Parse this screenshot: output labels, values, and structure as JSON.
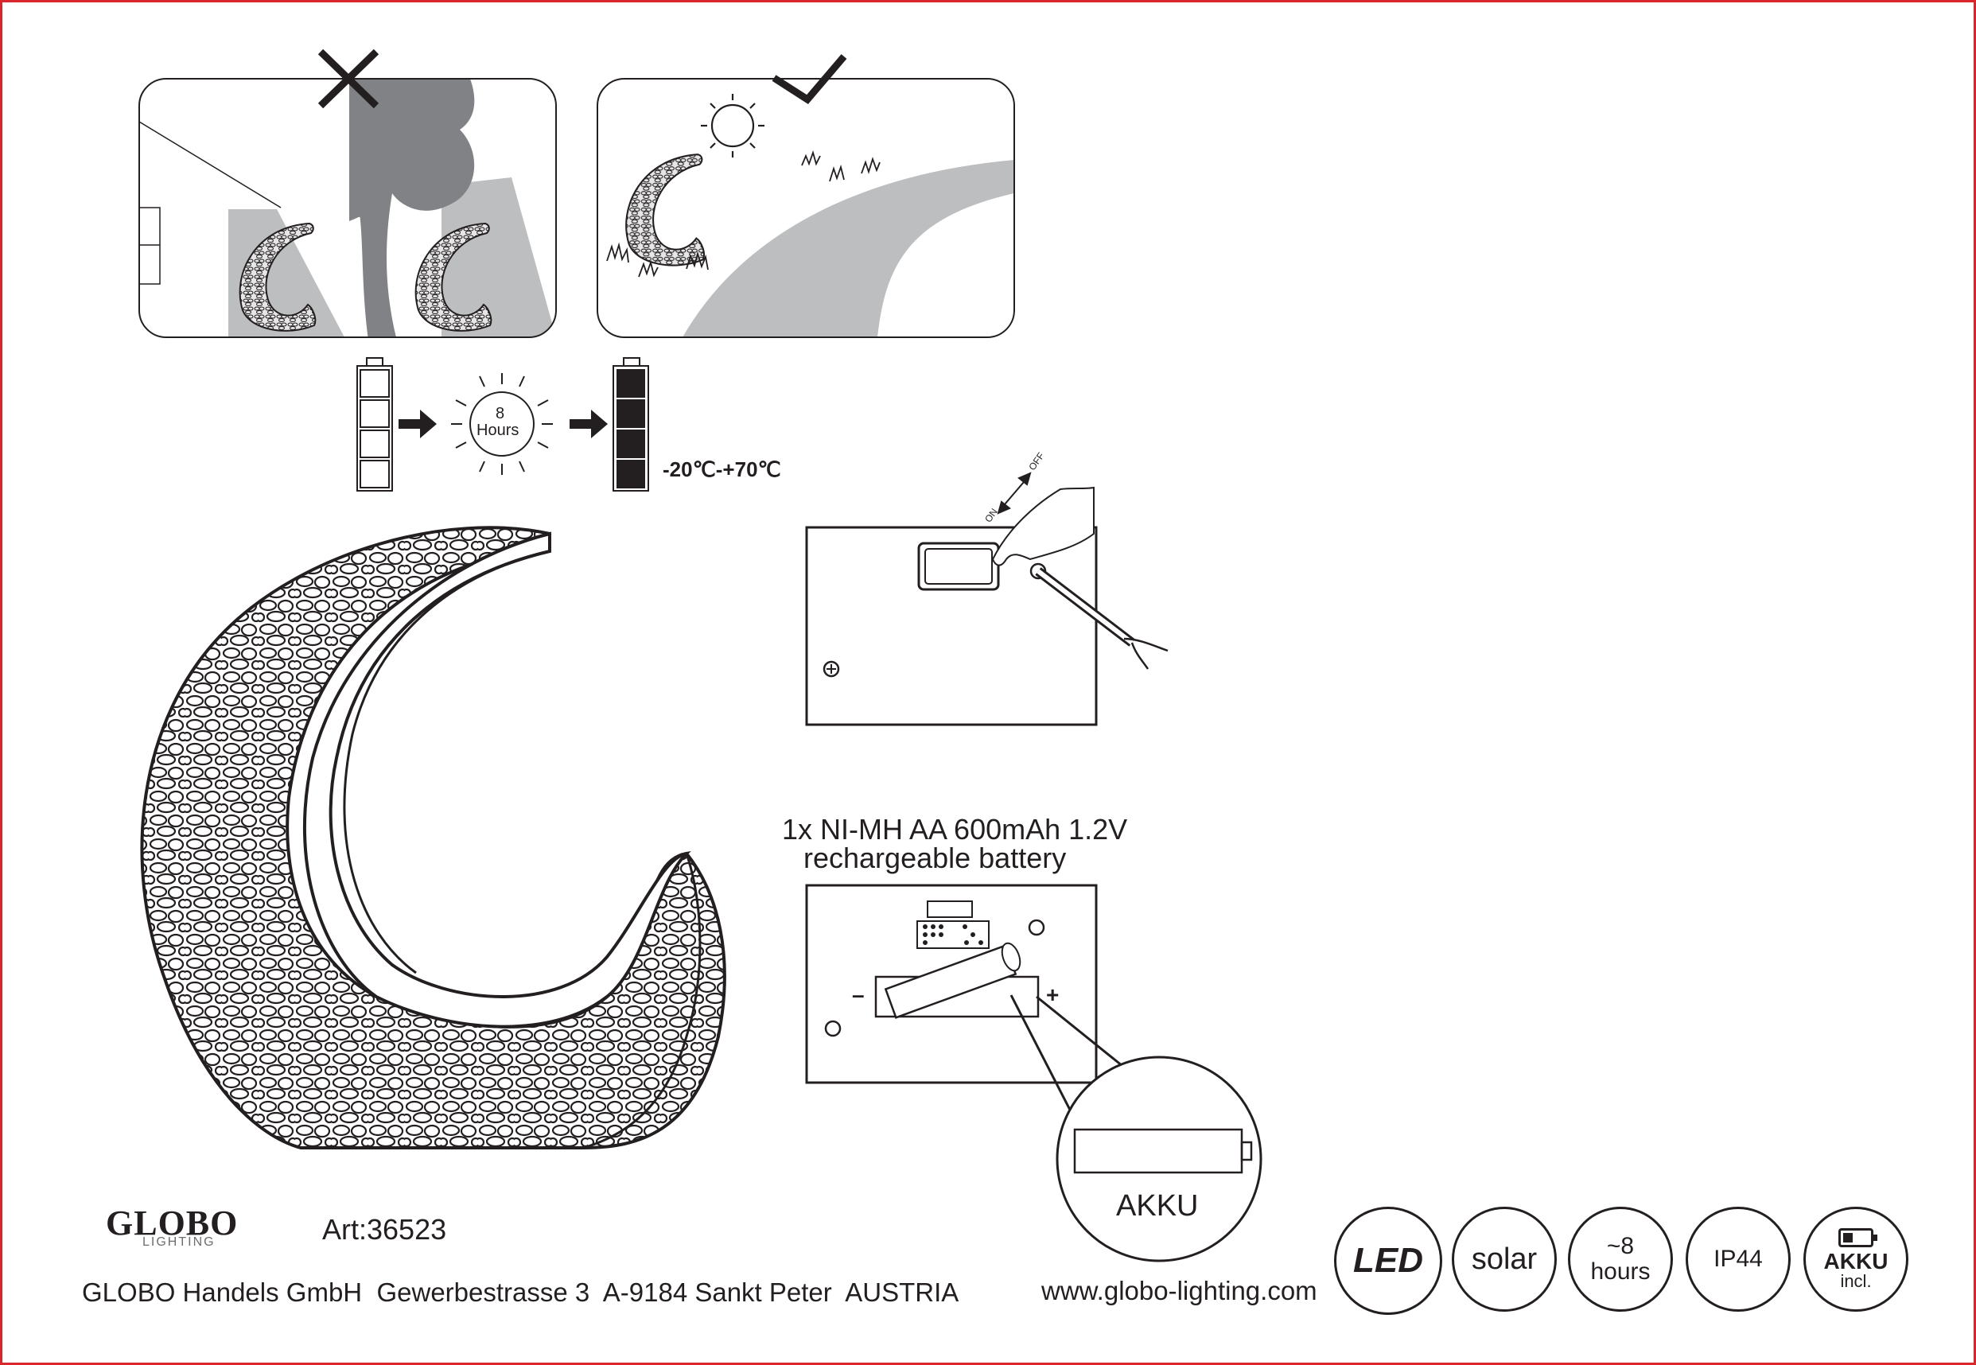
{
  "charging": {
    "hours_value": "8",
    "hours_label": "Hours",
    "temperature_range": "-20℃-+70℃"
  },
  "switch": {
    "on_label": "ON",
    "off_label": "OFF"
  },
  "battery": {
    "line1": "1x NI-MH AA 600mAh 1.2V",
    "line2": "rechargeable battery",
    "minus": "–",
    "plus": "+",
    "akku_label": "AKKU"
  },
  "brand": {
    "logo": "GLOBO",
    "logo_sub": "LIGHTING",
    "article": "Art:36523",
    "address": "GLOBO Handels GmbH  Gewerbestrasse 3  A-9184 Sankt Peter  AUSTRIA",
    "website": "www.globo-lighting.com"
  },
  "badges": {
    "led": "LED",
    "solar": "solar",
    "hours_top": "~8",
    "hours_bottom": "hours",
    "ip": "IP44",
    "akku": "AKKU",
    "akku_sub": "incl."
  },
  "colors": {
    "ink": "#231f20",
    "grey_light": "#bcbec0",
    "grey_dark": "#808285",
    "border": "#d8262c"
  }
}
